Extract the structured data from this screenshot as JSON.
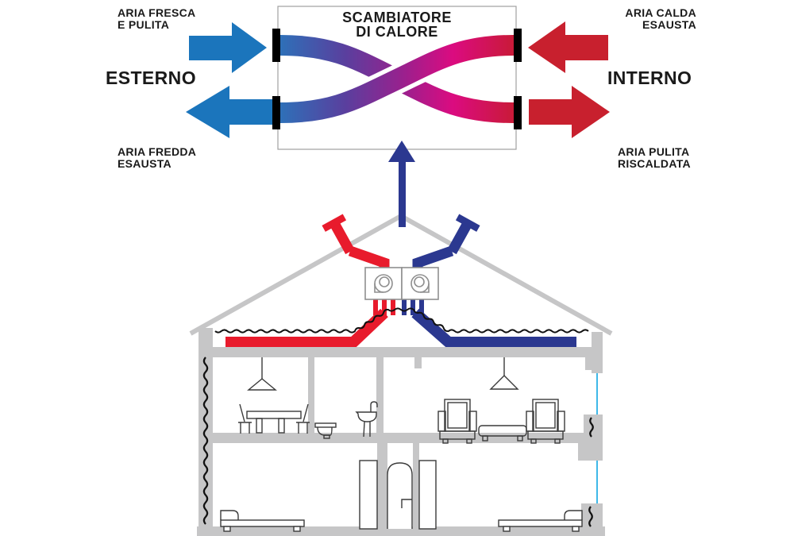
{
  "exchanger": {
    "title_line1": "SCAMBIATORE",
    "title_line2": "DI CALORE"
  },
  "labels": {
    "fresh_air": [
      "ARIA FRESCA",
      "E PULITA"
    ],
    "outside": "ESTERNO",
    "cold_exhaust": [
      "ARIA FREDDA",
      "ESAUSTA"
    ],
    "warm_exhaust": [
      "ARIA CALDA",
      "ESAUSTA"
    ],
    "inside": "INTERNO",
    "heated_clean": [
      "ARIA PULITA",
      "RISCALDATA"
    ]
  },
  "arrows": {
    "fresh_air_direction": "right",
    "cold_exhaust_direction": "left",
    "warm_exhaust_direction": "left",
    "heated_clean_direction": "right",
    "house_to_exchanger_direction": "up"
  },
  "icons": [
    "fan-icon",
    "pendant-lamp-icon",
    "dining-table-icon",
    "chair-icon",
    "toilet-icon",
    "sink-icon",
    "armchair-icon",
    "coffee-table-icon",
    "bed-icon",
    "door-panel-icon",
    "arched-door-icon",
    "roof-vent-icon",
    "insulation-zigzag",
    "window-glass"
  ],
  "colors": {
    "arrow_blue": "#1B75BC",
    "arrow_red": "#C8202E",
    "navy": "#2B3890",
    "duct_red": "#E81B2C",
    "wall_gray": "#C6C6C7",
    "outline_dark": "#3A3A3A",
    "window_blue": "#3FB8E8",
    "box_border": "#A0A0A0",
    "fan_gray": "#8F8F8F",
    "insulation_black": "#111111",
    "text_dark": "#1A1A1A",
    "white": "#FFFFFF",
    "ribbon_gradient": [
      "#2E70B8",
      "#5A3F9E",
      "#98218E",
      "#DB0B80",
      "#C91A38"
    ]
  }
}
